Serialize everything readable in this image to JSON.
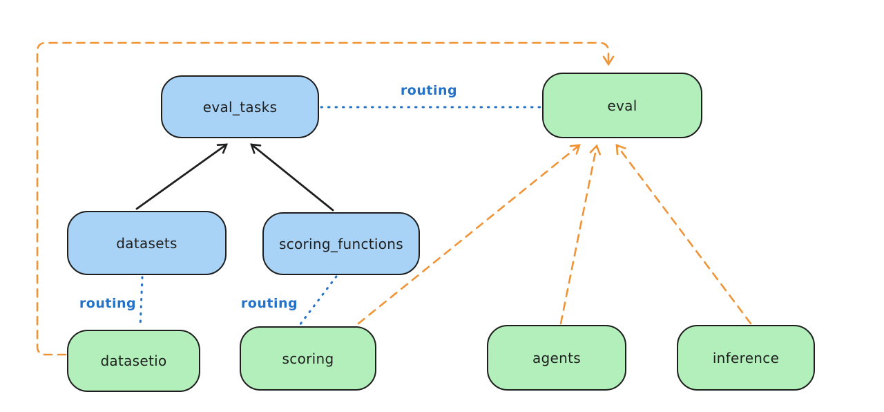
{
  "diagram": {
    "palette": {
      "background": "#ffffff",
      "stroke": "#1e1e1e",
      "blue_fill": "#a8d3f6",
      "green_fill": "#b2efba",
      "routing_color": "#2472c8",
      "orange": "#ef9335"
    },
    "nodes": [
      {
        "id": "eval_tasks",
        "label": "eval_tasks",
        "fill": "blue"
      },
      {
        "id": "eval",
        "label": "eval",
        "fill": "green"
      },
      {
        "id": "datasets",
        "label": "datasets",
        "fill": "blue"
      },
      {
        "id": "scoring_functions",
        "label": "scoring_functions",
        "fill": "blue"
      },
      {
        "id": "datasetio",
        "label": "datasetio",
        "fill": "green"
      },
      {
        "id": "scoring",
        "label": "scoring",
        "fill": "green"
      },
      {
        "id": "agents",
        "label": "agents",
        "fill": "green"
      },
      {
        "id": "inference",
        "label": "inference",
        "fill": "green"
      }
    ],
    "edge_labels": [
      {
        "id": "routing-eval_tasks-eval",
        "text": "routing"
      },
      {
        "id": "routing-datasets-datasetio",
        "text": "routing"
      },
      {
        "id": "routing-scoring_functions-scoring",
        "text": "routing"
      }
    ],
    "edges": [
      {
        "from": "datasets",
        "to": "eval_tasks",
        "style": "solid-black-arrow"
      },
      {
        "from": "scoring_functions",
        "to": "eval_tasks",
        "style": "solid-black-arrow"
      },
      {
        "from": "eval_tasks",
        "to": "eval",
        "style": "dotted-blue",
        "label": "routing"
      },
      {
        "from": "datasets",
        "to": "datasetio",
        "style": "dotted-blue",
        "label": "routing"
      },
      {
        "from": "scoring_functions",
        "to": "scoring",
        "style": "dotted-blue",
        "label": "routing"
      },
      {
        "from": "datasetio",
        "to": "eval",
        "style": "dashed-orange-arrow"
      },
      {
        "from": "scoring",
        "to": "eval",
        "style": "dashed-orange-arrow"
      },
      {
        "from": "agents",
        "to": "eval",
        "style": "dashed-orange-arrow"
      },
      {
        "from": "inference",
        "to": "eval",
        "style": "dashed-orange-arrow"
      }
    ]
  }
}
